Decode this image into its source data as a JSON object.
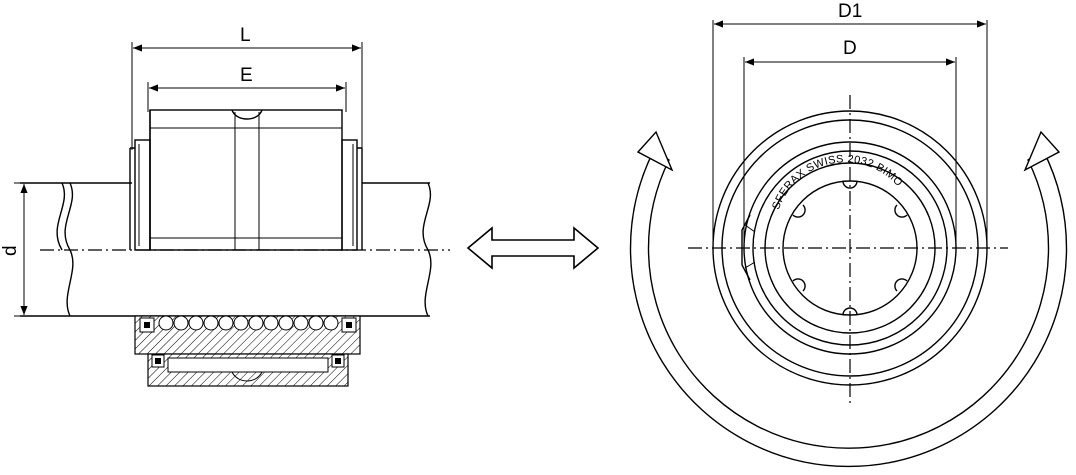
{
  "dimensions": {
    "L": "L",
    "E": "E",
    "d": "d",
    "D1": "D1",
    "D": "D"
  },
  "stamp": "SFERAX SWISS 2032 BIMO"
}
